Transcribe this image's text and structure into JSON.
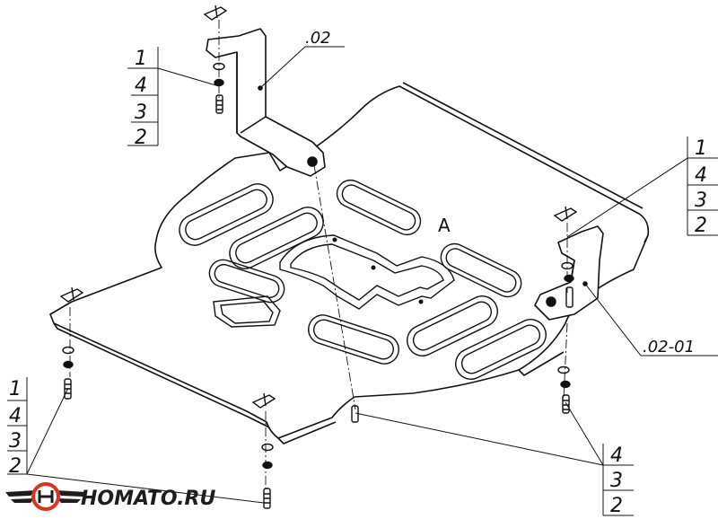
{
  "diagram": {
    "references": {
      "bracket_left": ".02",
      "bracket_right": ".02-01"
    },
    "callout_groups": [
      {
        "id": "top-left",
        "items": [
          "1",
          "4",
          "3",
          "2"
        ]
      },
      {
        "id": "right",
        "items": [
          "1",
          "4",
          "3",
          "2"
        ]
      },
      {
        "id": "bottom-left",
        "items": [
          "1",
          "4",
          "3",
          "2"
        ]
      },
      {
        "id": "bottom-right",
        "items": [
          "4",
          "3",
          "2"
        ]
      }
    ],
    "plate_marking": "A"
  },
  "logo": {
    "text": "HOMATO.RU",
    "accent_color": "#e0301e",
    "icon": "winged-circle-logo-icon"
  },
  "colors": {
    "line": "#111111",
    "background": "#ffffff"
  }
}
